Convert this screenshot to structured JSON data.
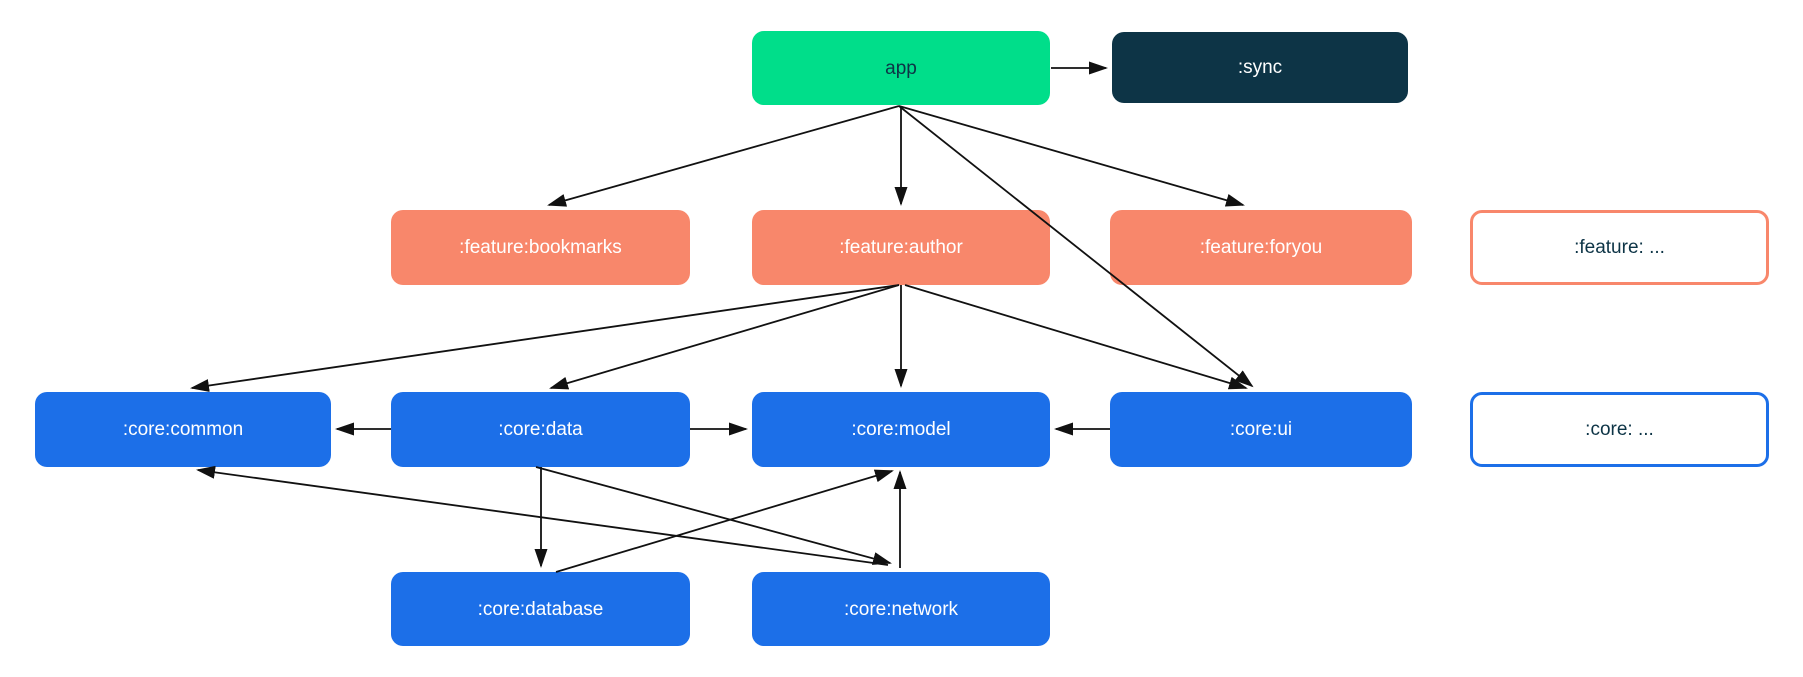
{
  "diagram_type": "module-dependency-graph",
  "colors": {
    "background": "#ffffff",
    "app_green": "#00de8a",
    "sync_navy": "#0d3446",
    "feature_salmon": "#f8876b",
    "core_blue": "#1c6fe8",
    "arrow_black": "#111111",
    "label_on_color": "#ffffff",
    "label_dark": "#0d3446"
  },
  "nodes": [
    {
      "id": "app",
      "label": "app",
      "kind": "app"
    },
    {
      "id": "sync",
      "label": ":sync",
      "kind": "dark"
    },
    {
      "id": "feature-bookmarks",
      "label": ":feature:bookmarks",
      "kind": "feature"
    },
    {
      "id": "feature-author",
      "label": ":feature:author",
      "kind": "feature"
    },
    {
      "id": "feature-foryou",
      "label": ":feature:foryou",
      "kind": "feature"
    },
    {
      "id": "legend-feature",
      "label": ":feature: ...",
      "kind": "legend-feature"
    },
    {
      "id": "core-common",
      "label": ":core:common",
      "kind": "core"
    },
    {
      "id": "core-data",
      "label": ":core:data",
      "kind": "core"
    },
    {
      "id": "core-model",
      "label": ":core:model",
      "kind": "core"
    },
    {
      "id": "core-ui",
      "label": ":core:ui",
      "kind": "core"
    },
    {
      "id": "legend-core",
      "label": ":core: ...",
      "kind": "legend-core"
    },
    {
      "id": "core-database",
      "label": ":core:database",
      "kind": "core"
    },
    {
      "id": "core-network",
      "label": ":core:network",
      "kind": "core"
    }
  ],
  "edges": [
    {
      "from": "app",
      "to": "sync"
    },
    {
      "from": "app",
      "to": "feature-bookmarks"
    },
    {
      "from": "app",
      "to": "feature-author"
    },
    {
      "from": "app",
      "to": "feature-foryou"
    },
    {
      "from": "app",
      "to": "core-ui"
    },
    {
      "from": "feature-author",
      "to": "core-common"
    },
    {
      "from": "feature-author",
      "to": "core-data"
    },
    {
      "from": "feature-author",
      "to": "core-model"
    },
    {
      "from": "feature-author",
      "to": "core-ui"
    },
    {
      "from": "core-data",
      "to": "core-common"
    },
    {
      "from": "core-data",
      "to": "core-model"
    },
    {
      "from": "core-ui",
      "to": "core-model"
    },
    {
      "from": "core-data",
      "to": "core-database"
    },
    {
      "from": "core-data",
      "to": "core-network"
    },
    {
      "from": "core-database",
      "to": "core-model"
    },
    {
      "from": "core-network",
      "to": "core-model"
    },
    {
      "from": "core-network",
      "to": "core-common"
    }
  ]
}
